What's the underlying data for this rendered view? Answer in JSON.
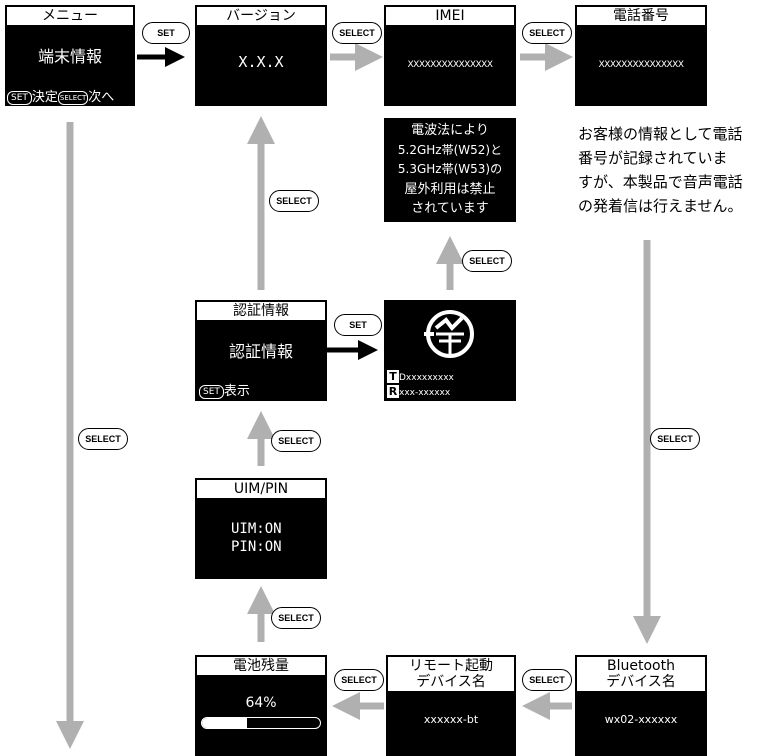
{
  "buttons": {
    "set": "SET",
    "select": "SELECT"
  },
  "menu": {
    "title": "メニュー",
    "body": "端末情報",
    "hint_set": "SET",
    "hint_set_text": "決定",
    "hint_select": "SELECT",
    "hint_select_text": "次へ"
  },
  "version": {
    "title": "バージョン",
    "value": "X.X.X"
  },
  "imei": {
    "title": "IMEI",
    "value": "XXXXXXXXXXXXXXX"
  },
  "phone": {
    "title": "電話番号",
    "value": "XXXXXXXXXXXXXXX"
  },
  "phone_note": [
    "お客様の情報として電話",
    "番号が記録されていま",
    "すが、本製品で音声電話",
    "の発着信は行えません。"
  ],
  "radio_notice": [
    "電波法により",
    "5.2GHz帯(W52)と",
    "5.3GHz帯(W53)の",
    "屋外利用は禁止",
    "されています"
  ],
  "cert": {
    "title": "認証情報",
    "body": "認証情報",
    "hint_set": "SET",
    "hint_text": "表示"
  },
  "mark": {
    "t_label": "T",
    "t_value": "Dxxxxxxxxx",
    "r_label": "R",
    "r_value": "xxx-xxxxxx"
  },
  "uim": {
    "title": "UIM/PIN",
    "line1": "UIM:ON",
    "line2": "PIN:ON"
  },
  "battery": {
    "title": "電池残量",
    "value": "64%",
    "level": 0.64
  },
  "remote": {
    "title_line1": "リモート起動",
    "title_line2": "デバイス名",
    "value": "xxxxxx-bt"
  },
  "bluetooth": {
    "title_line1": "Bluetooth",
    "title_line2": "デバイス名",
    "value": "wx02-xxxxxx"
  }
}
